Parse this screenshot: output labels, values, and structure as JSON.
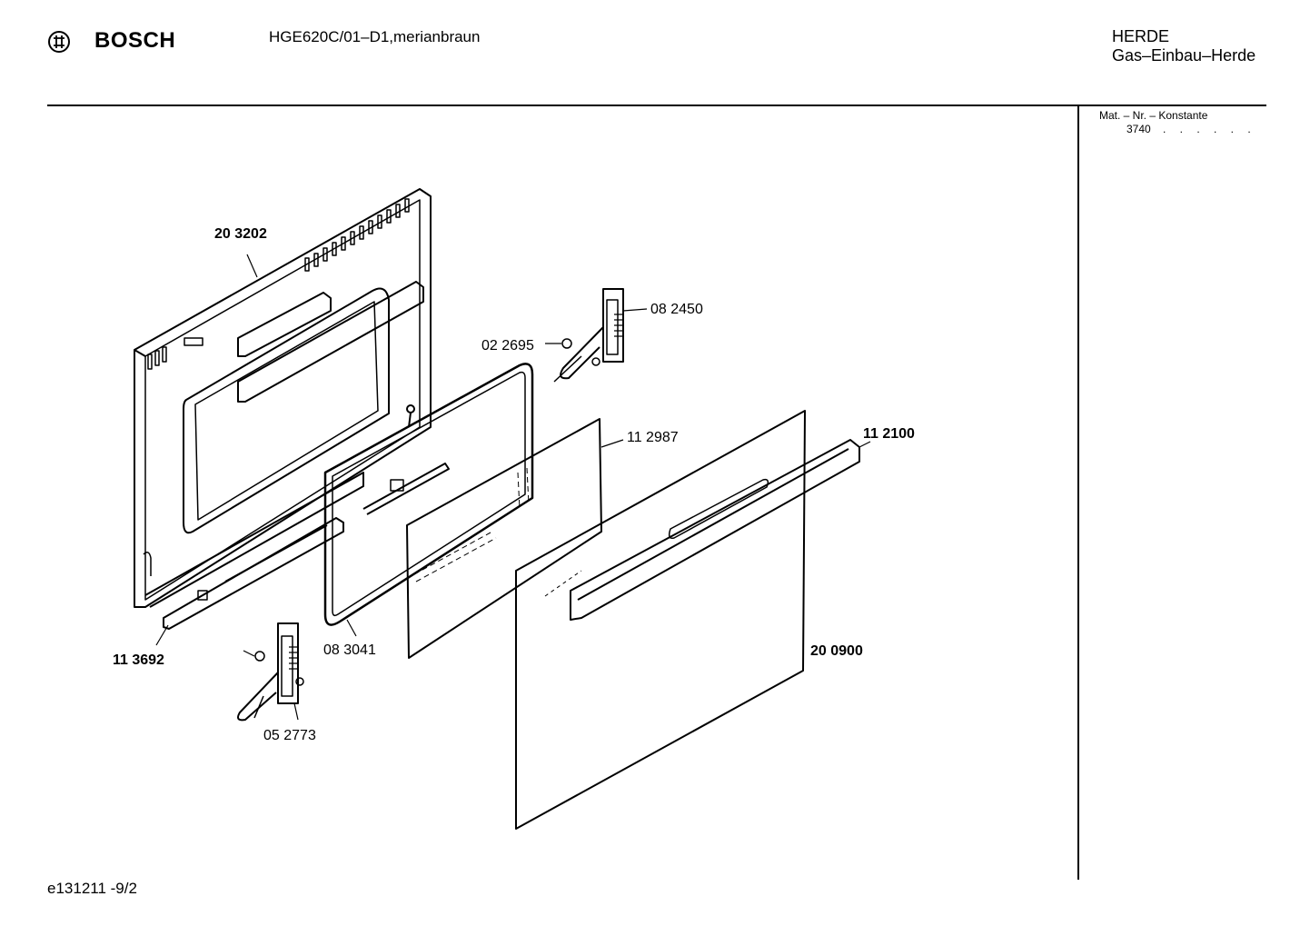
{
  "header": {
    "brand": "BOSCH",
    "model": "HGE620C/01–D1,merianbraun",
    "category_line1": "HERDE",
    "category_line2": "Gas–Einbau–Herde"
  },
  "sidebar": {
    "mat_label": "Mat. – Nr. – Konstante",
    "mat_value": "3740",
    "mat_dots": ". . . . . ."
  },
  "footer": {
    "reference": "e131211 -9/2"
  },
  "parts": {
    "inner_door_panel": "20 3202",
    "hinge_right": "08 2450",
    "roller": "02 2695",
    "glass_inner": "11 2987",
    "handle": "11 2100",
    "bottom_strip": "11 3692",
    "gasket_frame": "08 3041",
    "outer_glass_panel": "20 0900",
    "hinge_left": "05 2773"
  },
  "colors": {
    "line": "#000000",
    "background": "#ffffff"
  }
}
